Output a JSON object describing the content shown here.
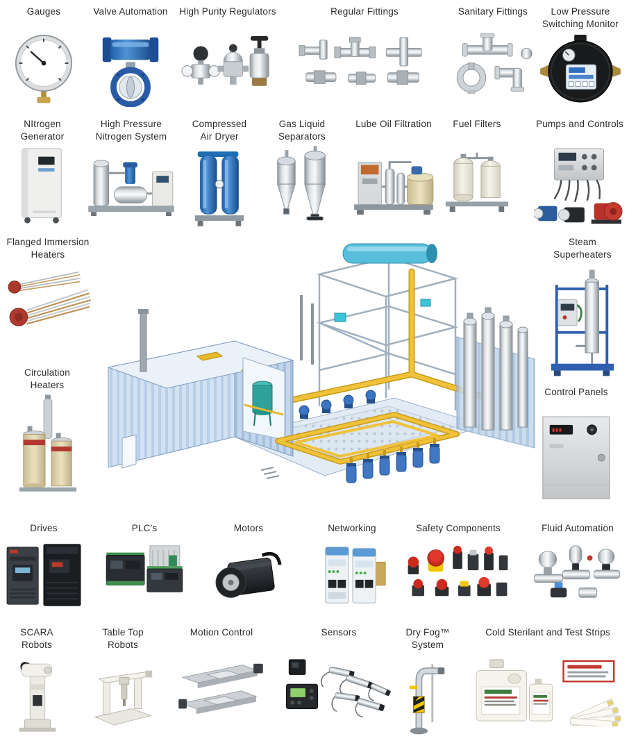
{
  "colors": {
    "label_text": "#2b2b2b",
    "pipe_yellow": "#f0c23a",
    "equipment_blue": "#2f6fb0",
    "accent_red": "#b23830"
  },
  "categories": [
    {
      "id": "gauges",
      "label": "Gauges"
    },
    {
      "id": "valve-automation",
      "label": "Valve Automation"
    },
    {
      "id": "high-purity-regulators",
      "label": "High Purity Regulators"
    },
    {
      "id": "regular-fittings",
      "label": "Regular Fittings"
    },
    {
      "id": "sanitary-fittings",
      "label": "Sanitary Fittings"
    },
    {
      "id": "low-pressure-switching-monitor",
      "label": "Low Pressure Switching Monitor"
    },
    {
      "id": "nitrogen-generator",
      "label": "NItrogen Generator"
    },
    {
      "id": "high-pressure-nitrogen-system",
      "label": "High Pressure Nitrogen System"
    },
    {
      "id": "compressed-air-dryer",
      "label": "Compressed Air Dryer"
    },
    {
      "id": "gas-liquid-separators",
      "label": "Gas Liquid Separators"
    },
    {
      "id": "lube-oil-filtration",
      "label": "Lube Oil Filtration"
    },
    {
      "id": "fuel-filters",
      "label": "Fuel Filters"
    },
    {
      "id": "pumps-and-controls",
      "label": "Pumps and Controls"
    },
    {
      "id": "flanged-immersion-heaters",
      "label": "Flanged Immersion Heaters"
    },
    {
      "id": "steam-superheaters",
      "label": "Steam Superheaters"
    },
    {
      "id": "circulation-heaters",
      "label": "Circulation Heaters"
    },
    {
      "id": "control-panels",
      "label": "Control Panels"
    },
    {
      "id": "drives",
      "label": "Drives"
    },
    {
      "id": "plcs",
      "label": "PLC's"
    },
    {
      "id": "motors",
      "label": "Motors"
    },
    {
      "id": "networking",
      "label": "Networking"
    },
    {
      "id": "safety-components",
      "label": "Safety Components"
    },
    {
      "id": "fluid-automation",
      "label": "Fluid Automation"
    },
    {
      "id": "scara-robots",
      "label": "SCARA Robots"
    },
    {
      "id": "table-top-robots",
      "label": "Table Top Robots"
    },
    {
      "id": "motion-control",
      "label": "Motion Control"
    },
    {
      "id": "sensors",
      "label": "Sensors"
    },
    {
      "id": "dry-fog-system",
      "label": "Dry Fog™ System"
    },
    {
      "id": "cold-sterilant-and-test-strips",
      "label": "Cold Sterilant and Test Strips"
    }
  ]
}
